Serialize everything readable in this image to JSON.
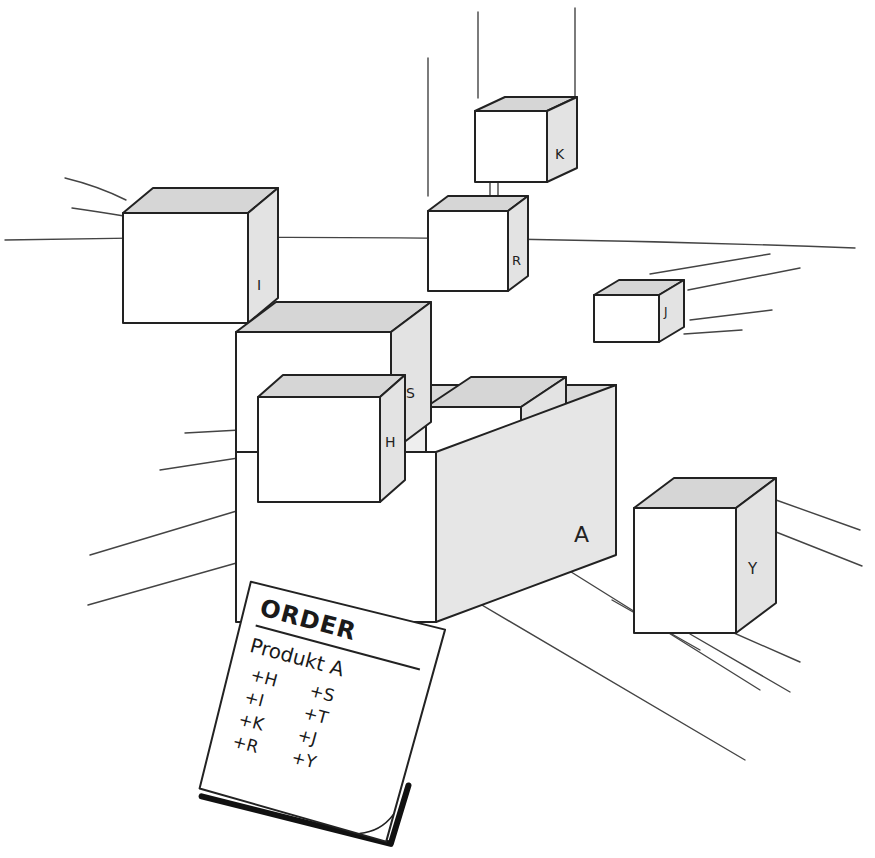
{
  "diagram": {
    "nodes": [
      {
        "text": [
          "K"
        ]
      },
      {
        "text": [
          "I"
        ]
      },
      {
        "text": [
          "R"
        ]
      },
      {
        "text": [
          "J"
        ]
      },
      {
        "text": [
          "A"
        ]
      },
      {
        "text": [
          "S"
        ],
        "in": 4
      },
      {
        "text": [
          "H"
        ],
        "in": 4
      },
      {
        "text": [
          "Y"
        ]
      },
      {
        "text": [
          "ORDER",
          "Produkt A",
          "+H",
          "+I",
          "+K",
          "+R",
          "+S",
          "+T",
          "+J",
          "+Y"
        ]
      }
    ]
  }
}
